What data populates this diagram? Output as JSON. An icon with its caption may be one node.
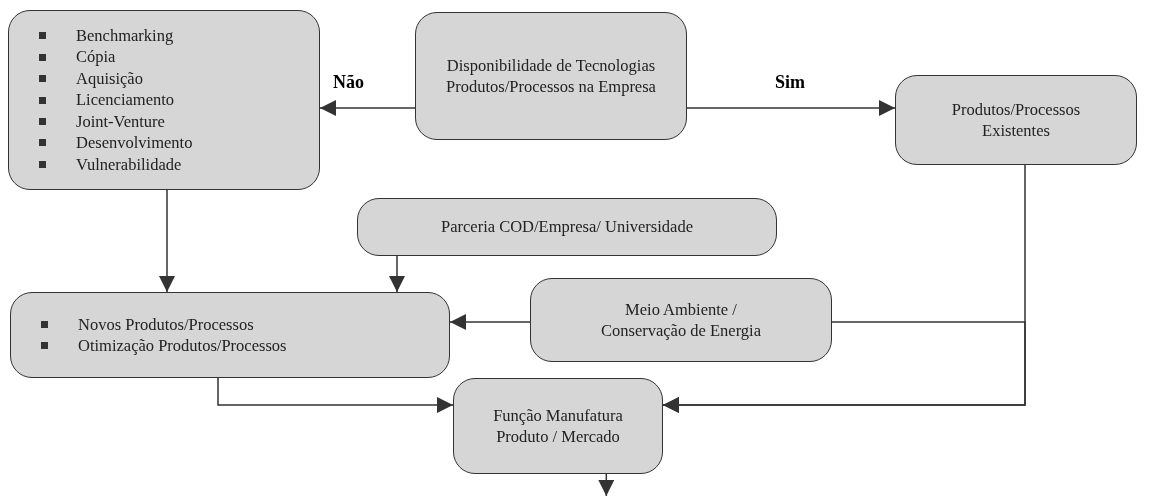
{
  "diagram": {
    "nodes": [
      {
        "text": [
          "Benchmarking",
          "Cópia",
          "Aquisição",
          "Licenciamento",
          "Joint-Venture",
          "Desenvolvimento",
          "Vulnerabilidade"
        ]
      },
      {
        "text": [
          "Disponibilidade de Tecnologias Produtos/Processos na Empresa"
        ]
      },
      {
        "text": [
          "Produtos/Processos Existentes"
        ]
      },
      {
        "text": [
          "Parceria COD/Empresa/ Universidade"
        ]
      },
      {
        "text": [
          "Novos Produtos/Processos",
          "Otimização Produtos/Processos"
        ]
      },
      {
        "text": [
          "Meio Ambiente / Conservação de Energia"
        ]
      },
      {
        "text": [
          "Função Manufatura Produto / Mercado"
        ]
      }
    ],
    "edges": [
      {
        "from": 1,
        "to": 0,
        "arrow": "to",
        "label": "Não"
      },
      {
        "from": 1,
        "to": 2,
        "arrow": "to",
        "label": "Sim"
      },
      {
        "from": 0,
        "to": 4,
        "arrow": "to"
      },
      {
        "from": 3,
        "to": 4,
        "arrow": "to"
      },
      {
        "from": 5,
        "to": 4,
        "arrow": "to"
      },
      {
        "from": 5,
        "to": 6,
        "arrow": "to"
      },
      {
        "from": 2,
        "to": 6,
        "arrow": "to"
      },
      {
        "from": 4,
        "to": 6,
        "arrow": "to"
      },
      {
        "from": 6,
        "to": null,
        "arrow": "to"
      }
    ]
  }
}
